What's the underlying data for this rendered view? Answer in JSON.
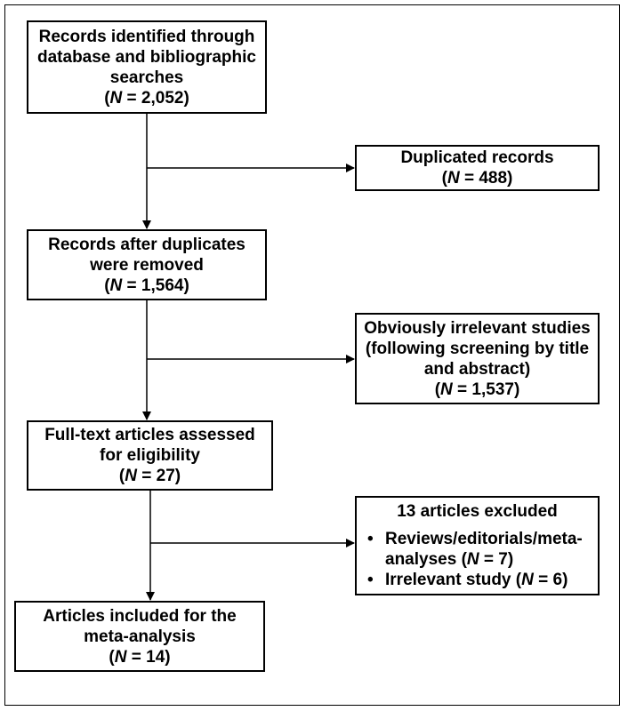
{
  "boxes": {
    "records_identified": {
      "lines": [
        "Records identified through",
        "database and bibliographic",
        "searches"
      ],
      "n_prefix": "(",
      "n_italic": "N",
      "n_value": " = 2,052)"
    },
    "duplicated": {
      "lines": [
        "Duplicated records"
      ],
      "n_prefix": "(",
      "n_italic": "N",
      "n_value": " = 488)"
    },
    "after_duplicates": {
      "lines": [
        "Records after duplicates",
        "were removed"
      ],
      "n_prefix": "(",
      "n_italic": "N",
      "n_value": " = 1,564)"
    },
    "irrelevant": {
      "lines": [
        "Obviously irrelevant studies",
        "(following screening by title",
        "and abstract)"
      ],
      "n_prefix": "(",
      "n_italic": "N",
      "n_value": " = 1,537)"
    },
    "full_text": {
      "lines": [
        "Full-text articles assessed",
        "for eligibility"
      ],
      "n_prefix": "(",
      "n_italic": "N",
      "n_value": " = 27)"
    },
    "excluded": {
      "title": "13 articles excluded",
      "bullet": "•",
      "items": [
        {
          "line1": "Reviews/editorials/meta-",
          "line2_prefix": "analyses (",
          "n_italic": "N",
          "n_value": " = 7)"
        },
        {
          "line1_prefix": "Irrelevant study (",
          "n_italic": "N",
          "n_value": " = 6)"
        }
      ]
    },
    "included": {
      "lines": [
        "Articles included for the",
        "meta-analysis"
      ],
      "n_prefix": "(",
      "n_italic": "N",
      "n_value": " = 14)"
    }
  }
}
